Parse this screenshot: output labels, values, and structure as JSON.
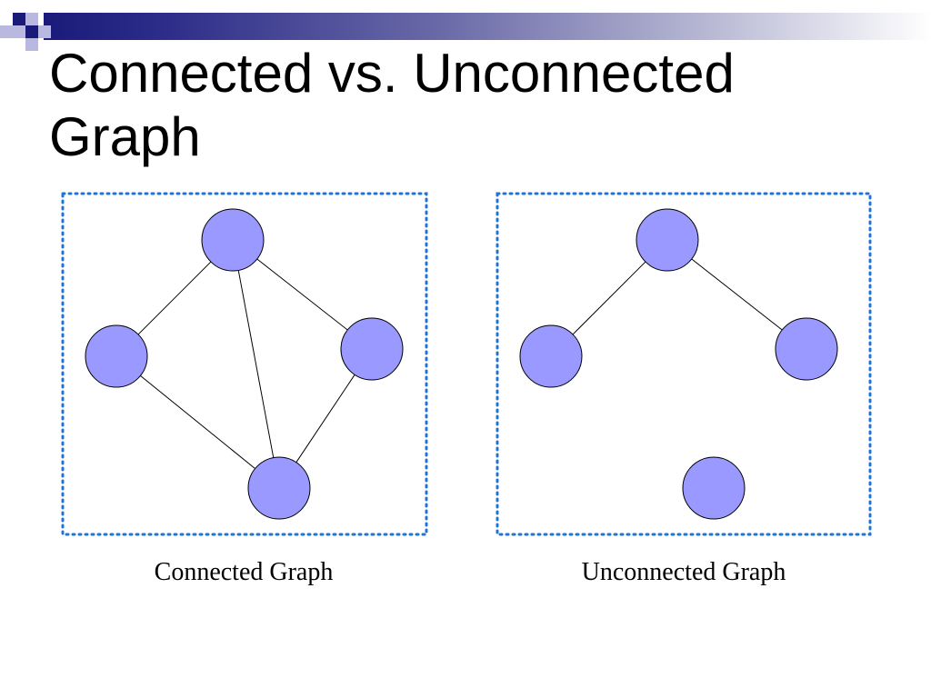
{
  "slide": {
    "title": "Connected vs. Unconnected Graph"
  },
  "colors": {
    "node_fill": "#9999ff",
    "node_stroke": "#000000",
    "edge_stroke": "#000000",
    "frame_stroke": "#1f74d6",
    "band_dark": "#1a1a7a",
    "square_light": "#b8b8e0"
  },
  "diagrams": [
    {
      "id": "connected",
      "caption": "Connected Graph",
      "nodes": [
        "top",
        "left",
        "right",
        "bottom"
      ],
      "edges": [
        [
          "top",
          "left"
        ],
        [
          "top",
          "right"
        ],
        [
          "top",
          "bottom"
        ],
        [
          "left",
          "bottom"
        ],
        [
          "right",
          "bottom"
        ]
      ]
    },
    {
      "id": "unconnected",
      "caption": "Unconnected Graph",
      "nodes": [
        "top",
        "left",
        "right",
        "bottom"
      ],
      "edges": [
        [
          "top",
          "left"
        ],
        [
          "top",
          "right"
        ]
      ]
    }
  ]
}
